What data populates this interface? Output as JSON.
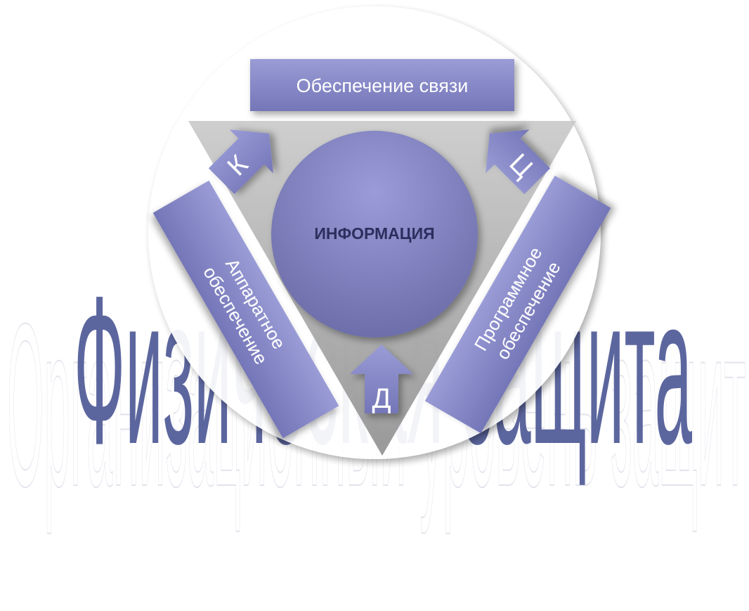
{
  "background": {
    "light_text": "Организационный уровень защиты",
    "dark_text": "Физическая защита",
    "light_color": "#e6e6ef",
    "dark_color": "#545e99"
  },
  "diagram": {
    "center_label": "ИНФОРМАЦИЯ",
    "top_box": "Обеспечение связи",
    "left_box_line1": "Аппаратное",
    "left_box_line2": "обеспечение",
    "right_box_line1": "Программное",
    "right_box_line2": "обеспечение",
    "arrow_k": "К",
    "arrow_ts": "Ц",
    "arrow_d": "Д",
    "colors": {
      "box_fill": "#8b8dcc",
      "circle_fill": "#8a8bc6",
      "triangle_fill": "#9f9f9f",
      "center_text": "#2c2f5e"
    }
  }
}
